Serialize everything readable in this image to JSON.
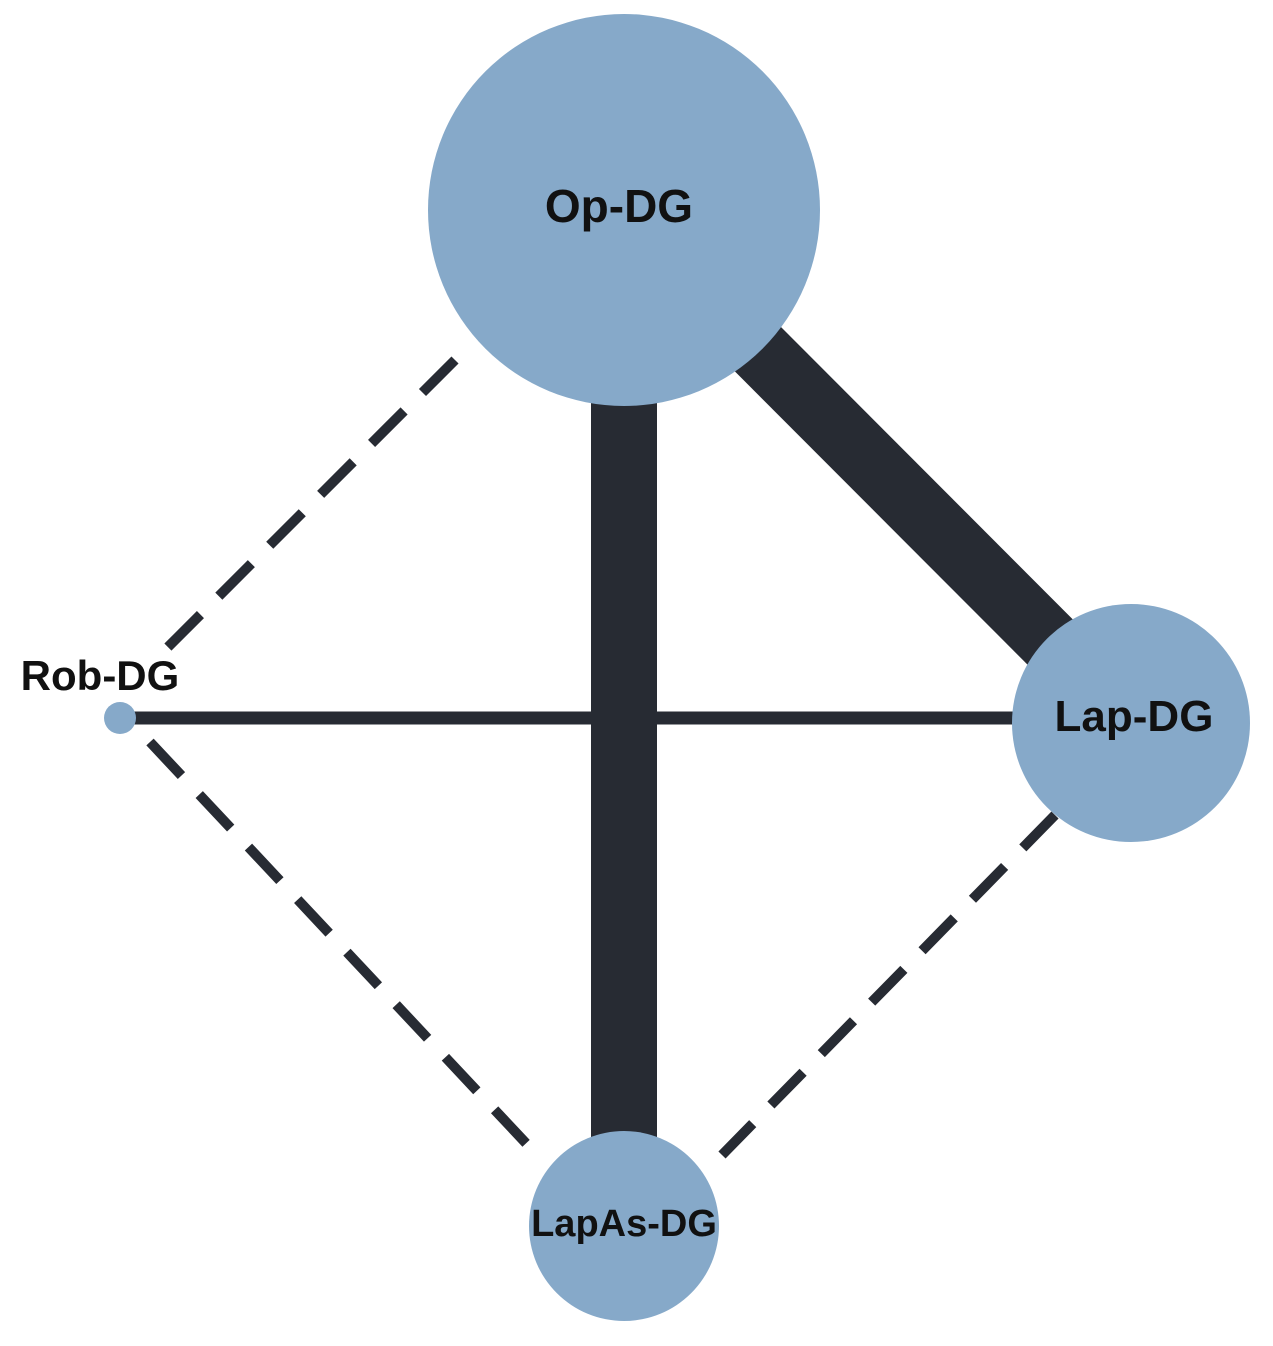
{
  "colors": {
    "node_fill": "#86a9c9",
    "edge_stroke": "#272b33",
    "label_text": "#111111",
    "background": "#ffffff"
  },
  "nodes": [
    {
      "id": "op",
      "label": "Op-DG"
    },
    {
      "id": "lap",
      "label": "Lap-DG"
    },
    {
      "id": "lapas",
      "label": "LapAs-DG"
    },
    {
      "id": "rob",
      "label": "Rob-DG"
    }
  ],
  "edges": [
    {
      "from": "op",
      "to": "lapas",
      "style": "solid"
    },
    {
      "from": "op",
      "to": "lap",
      "style": "solid"
    },
    {
      "from": "rob",
      "to": "lap",
      "style": "solid"
    },
    {
      "from": "op",
      "to": "rob",
      "style": "dashed"
    },
    {
      "from": "rob",
      "to": "lapas",
      "style": "dashed"
    },
    {
      "from": "lap",
      "to": "lapas",
      "style": "dashed"
    }
  ]
}
